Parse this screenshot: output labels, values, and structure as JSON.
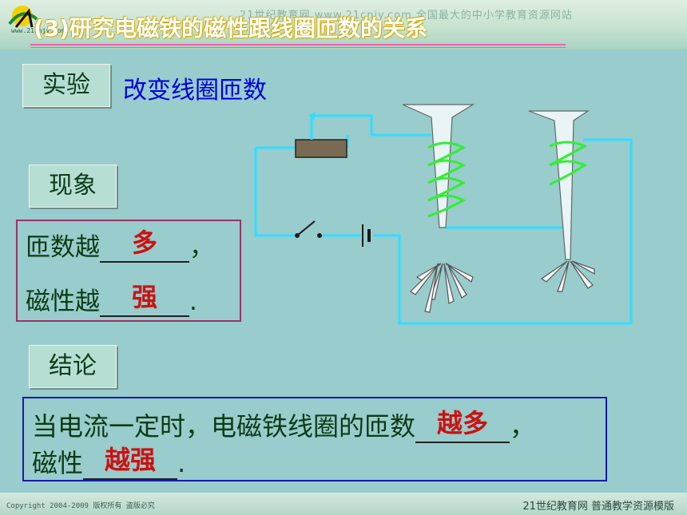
{
  "header": {
    "title": "(3)研究电磁铁的磁性跟线圈匝数的关系",
    "banner_ghost": "21世纪教育网 www.21cnjy.com 全国最大的中小学教育资源网站",
    "logo_text": "www.21cnjy.com"
  },
  "experiment": {
    "tag": "实验",
    "subtitle": "改变线圈匝数"
  },
  "phenomenon": {
    "tag": "现象",
    "line1_prefix": "匝数越",
    "line1_answer": "多",
    "line1_suffix": "，",
    "line2_prefix": "磁性越",
    "line2_answer": "强",
    "line2_suffix": "."
  },
  "conclusion": {
    "tag": "结论",
    "line1_prefix": "当电流一定时，电磁铁线圈的匝数",
    "line1_answer": "越多",
    "line1_suffix": "，",
    "line2_prefix": "磁性",
    "line2_answer": "越强",
    "line2_suffix": "."
  },
  "footer": {
    "copyright": "Copyright 2004-2009 版权所有 盗版必究",
    "right": "21世纪教育网    普通教学资源模版"
  },
  "colors": {
    "wire": "#33ddff",
    "coil": "#33ee33",
    "answer": "#cc1111",
    "phenomenon_border": "#993366",
    "conclusion_border": "#1a1aaa"
  }
}
